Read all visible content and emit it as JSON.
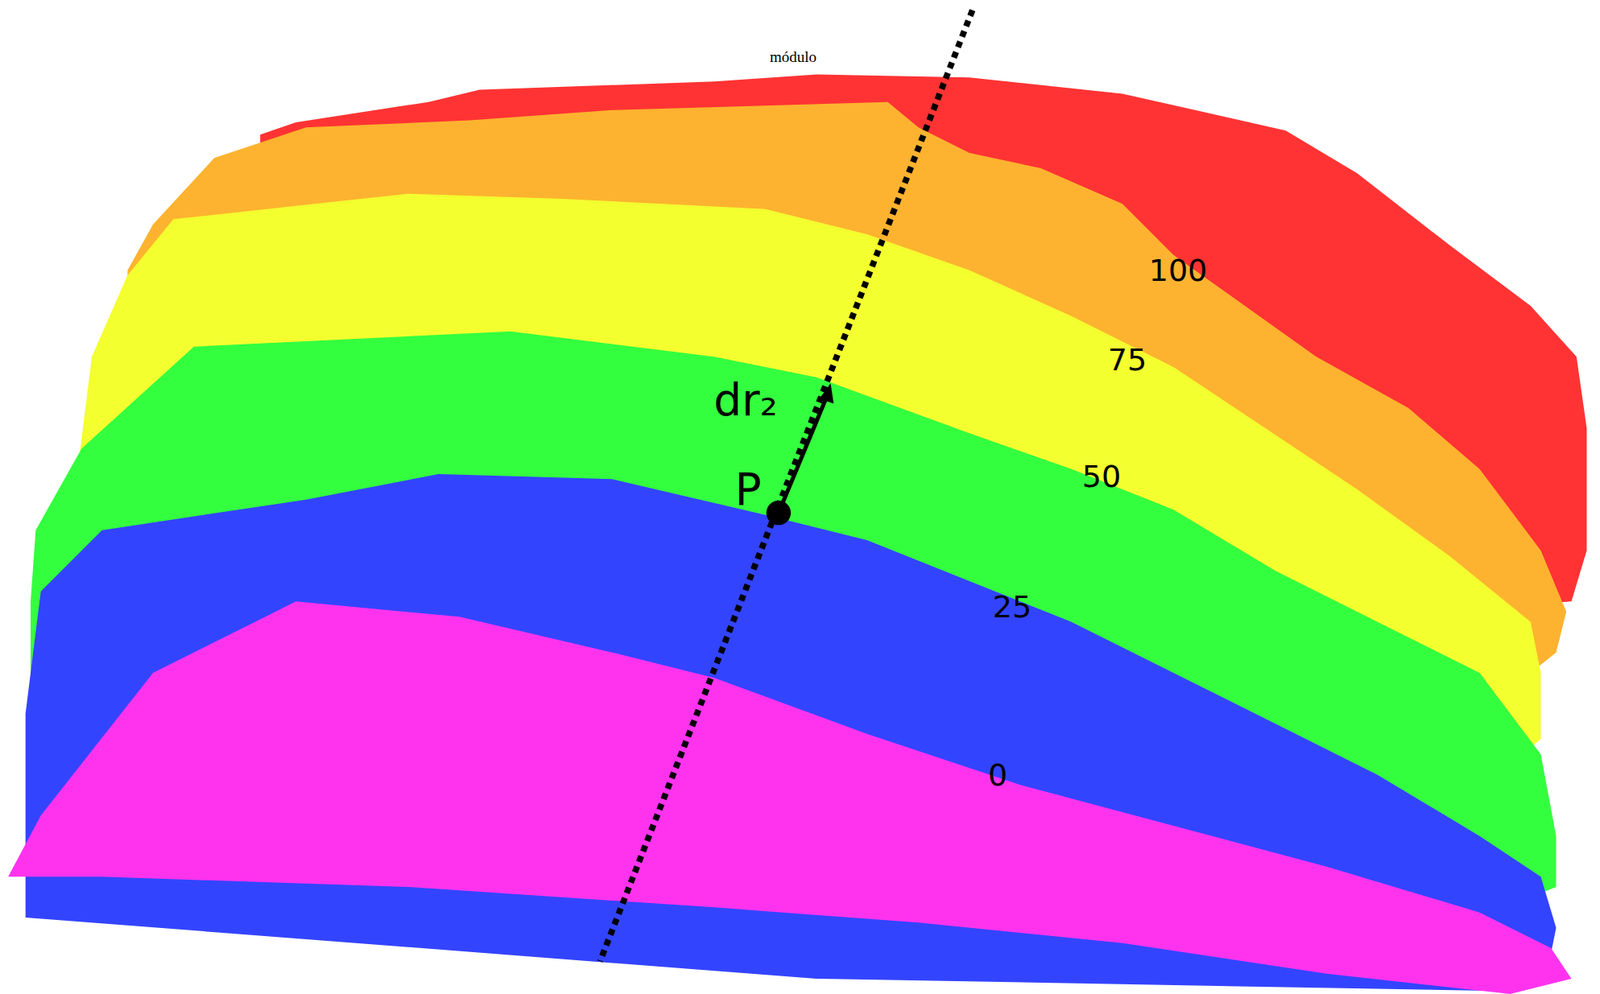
{
  "diagram": {
    "labels": [
      "módulo",
      "100",
      "75",
      "50",
      "25",
      "0",
      "dr₂",
      "P"
    ]
  }
}
